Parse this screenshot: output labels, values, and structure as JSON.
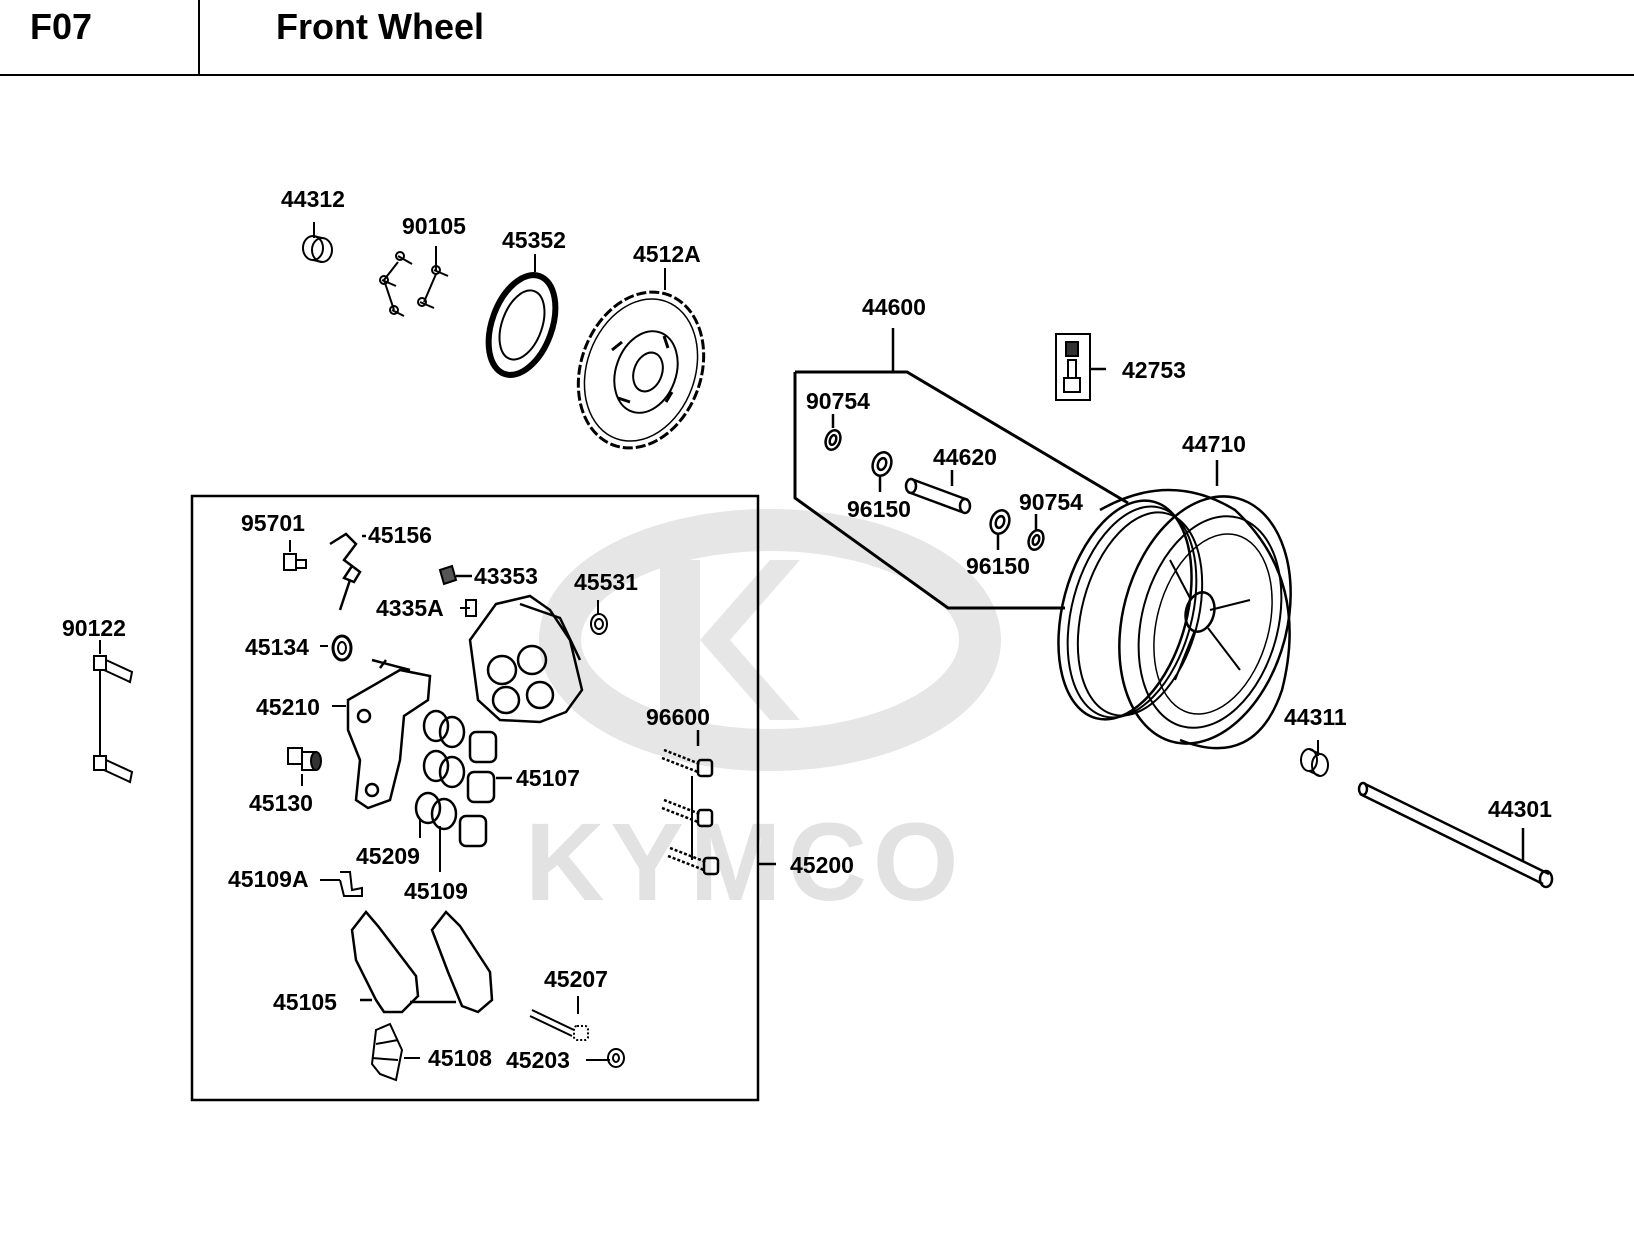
{
  "header": {
    "code": "F07",
    "title": "Front Wheel"
  },
  "watermark": {
    "text": "KYMCO",
    "color": "#e2e2e2"
  },
  "parts": [
    {
      "id": "p44312",
      "label": "44312"
    },
    {
      "id": "p90105",
      "label": "90105"
    },
    {
      "id": "p45352",
      "label": "45352"
    },
    {
      "id": "p4512A",
      "label": "4512A"
    },
    {
      "id": "p44600",
      "label": "44600"
    },
    {
      "id": "p42753",
      "label": "42753"
    },
    {
      "id": "p90754a",
      "label": "90754"
    },
    {
      "id": "p44620",
      "label": "44620"
    },
    {
      "id": "p96150a",
      "label": "96150"
    },
    {
      "id": "p90754b",
      "label": "90754"
    },
    {
      "id": "p96150b",
      "label": "96150"
    },
    {
      "id": "p44710",
      "label": "44710"
    },
    {
      "id": "p95701",
      "label": "95701"
    },
    {
      "id": "p45156",
      "label": "45156"
    },
    {
      "id": "p43353",
      "label": "43353"
    },
    {
      "id": "p45531",
      "label": "45531"
    },
    {
      "id": "p4335A",
      "label": "4335A"
    },
    {
      "id": "p90122",
      "label": "90122"
    },
    {
      "id": "p45134",
      "label": "45134"
    },
    {
      "id": "p45210",
      "label": "45210"
    },
    {
      "id": "p96600",
      "label": "96600"
    },
    {
      "id": "p44311",
      "label": "44311"
    },
    {
      "id": "p45107",
      "label": "45107"
    },
    {
      "id": "p45130",
      "label": "45130"
    },
    {
      "id": "p44301",
      "label": "44301"
    },
    {
      "id": "p45209",
      "label": "45209"
    },
    {
      "id": "p45200",
      "label": "45200"
    },
    {
      "id": "p45109A",
      "label": "45109A"
    },
    {
      "id": "p45109",
      "label": "45109"
    },
    {
      "id": "p45207",
      "label": "45207"
    },
    {
      "id": "p45105",
      "label": "45105"
    },
    {
      "id": "p45108",
      "label": "45108"
    },
    {
      "id": "p45203",
      "label": "45203"
    }
  ]
}
